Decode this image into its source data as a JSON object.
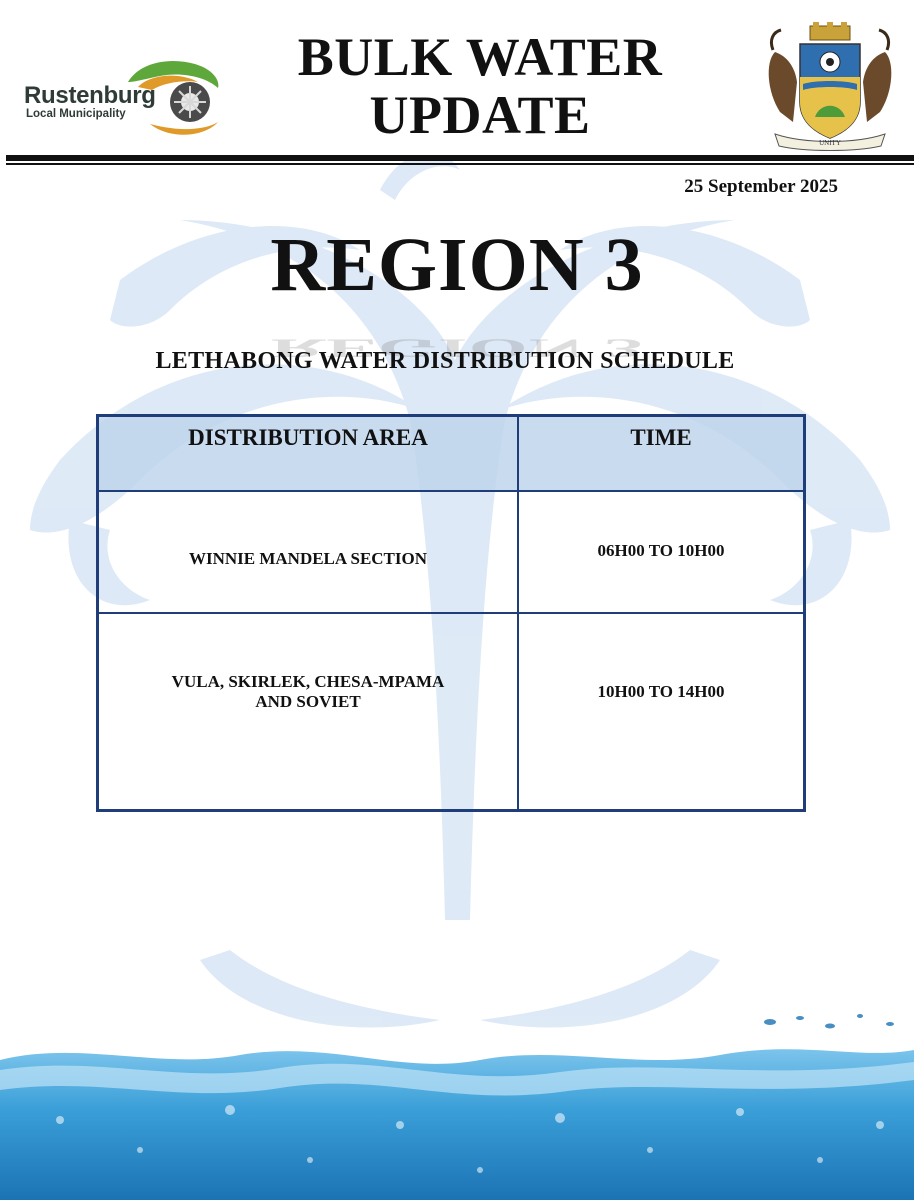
{
  "header": {
    "logo": {
      "name": "Rustenburg",
      "subname": "Local Municipality"
    },
    "title_line1": "BULK WATER",
    "title_line2": "UPDATE",
    "crest_motto": "UNITY"
  },
  "date": "25 September 2025",
  "region": "REGION 3",
  "subtitle": "LETHABONG WATER DISTRIBUTION SCHEDULE",
  "table": {
    "headers": [
      "DISTRIBUTION AREA",
      "TIME"
    ],
    "rows": [
      {
        "area": "WINNIE MANDELA SECTION",
        "time": "06H00 TO 10H00"
      },
      {
        "area_line1": "VULA, SKIRLEK, CHESA-MPAMA",
        "area_line2": "AND SOVIET",
        "time": "10H00 TO 14H00"
      }
    ]
  },
  "colors": {
    "table_border": "#1f3d78",
    "header_fill": "#bfd5eb",
    "watermark": "#cfe0f2",
    "water": "#3a9fd8"
  }
}
